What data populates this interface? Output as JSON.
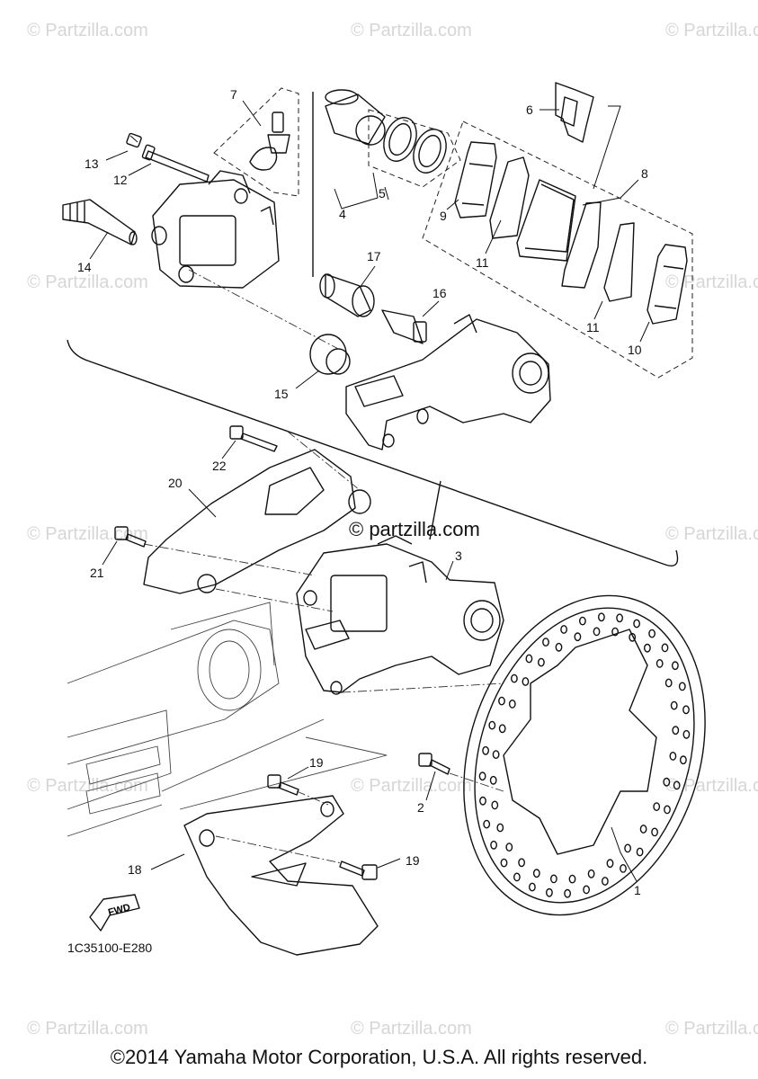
{
  "callouts": {
    "c1": "1",
    "c2": "2",
    "c3": "3",
    "c4": "4",
    "c5": "5",
    "c6": "6",
    "c7": "7",
    "c8": "8",
    "c9": "9",
    "c10": "10",
    "c11a": "11",
    "c11b": "11",
    "c12": "12",
    "c13": "13",
    "c14": "14",
    "c15": "15",
    "c16": "16",
    "c17": "17",
    "c18": "18",
    "c19a": "19",
    "c19b": "19",
    "c20": "20",
    "c21": "21",
    "c22": "22"
  },
  "diagram_code": "1C35100-E280",
  "fwd_label": "FWD",
  "center_watermark": "© partzilla.com",
  "watermark": "© Partzilla.com",
  "copyright": "©2014 Yamaha Motor Corporation, U.S.A. All rights reserved."
}
